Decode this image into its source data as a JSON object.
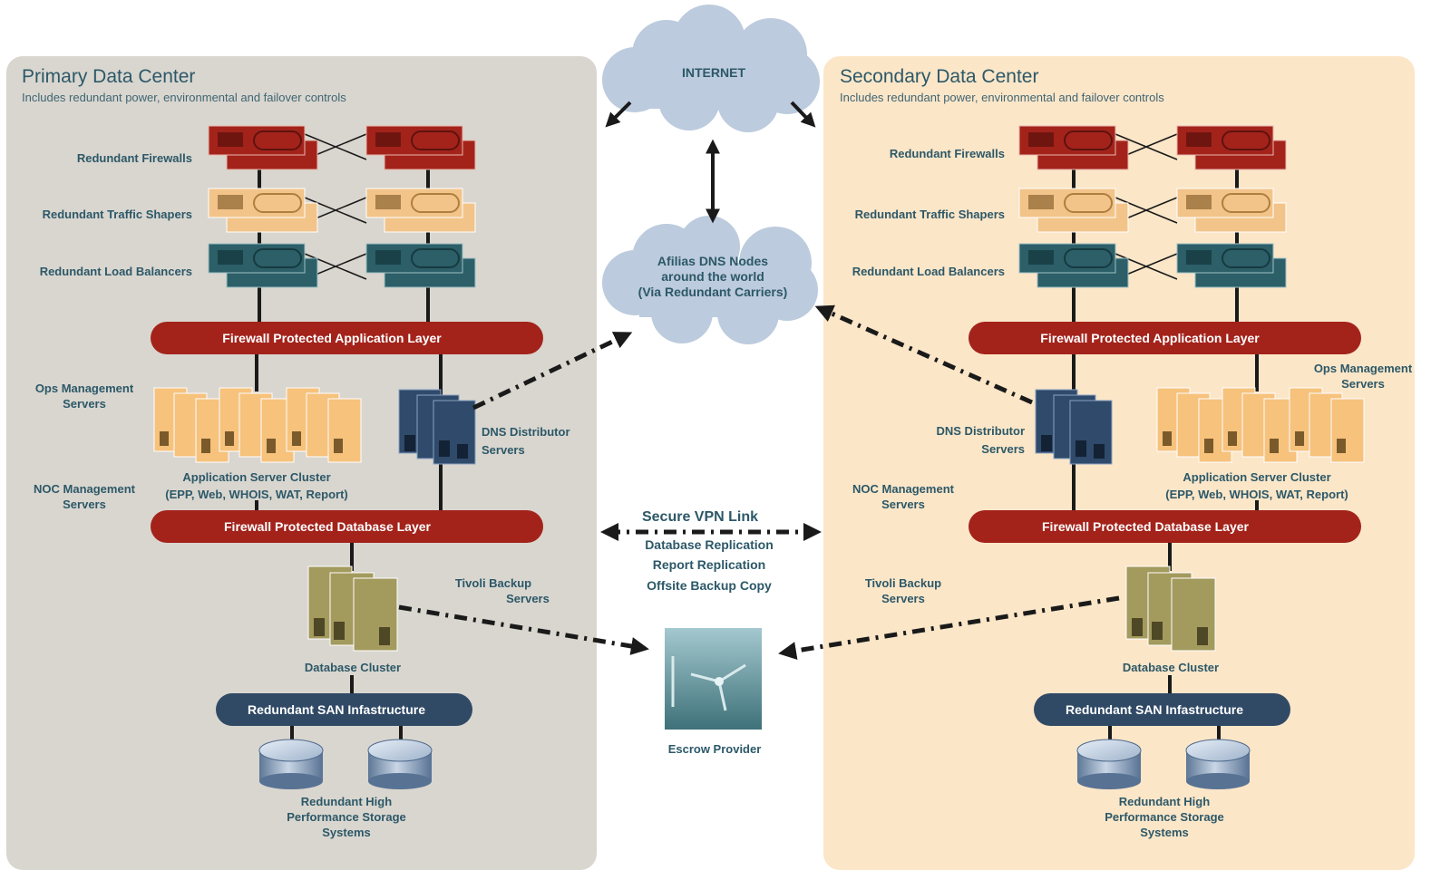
{
  "primary": {
    "title": "Primary Data Center",
    "subtitle": "Includes redundant power, environmental and failover controls",
    "firewalls_label": "Redundant Firewalls",
    "shapers_label": "Redundant Traffic Shapers",
    "balancers_label": "Redundant Load Balancers",
    "app_layer": "Firewall Protected Application Layer",
    "ops_label": [
      "Ops Management",
      "Servers"
    ],
    "noc_label": [
      "NOC Management",
      "Servers"
    ],
    "dns_label": [
      "DNS Distributor",
      "Servers"
    ],
    "app_cluster": [
      "Application Server Cluster",
      "(EPP, Web, WHOIS, WAT, Report)"
    ],
    "db_layer": "Firewall Protected Database Layer",
    "tivoli_label": [
      "Tivoli Backup",
      "Servers"
    ],
    "db_cluster": "Database Cluster",
    "san": "Redundant SAN Infastructure",
    "storage": [
      "Redundant High",
      "Performance Storage",
      "Systems"
    ]
  },
  "secondary": {
    "title": "Secondary Data Center",
    "subtitle": "Includes redundant power, environmental and failover controls",
    "firewalls_label": "Redundant Firewalls",
    "shapers_label": "Redundant Traffic Shapers",
    "balancers_label": "Redundant Load Balancers",
    "app_layer": "Firewall Protected Application Layer",
    "ops_label": [
      "Ops Management",
      "Servers"
    ],
    "noc_label": [
      "NOC Management",
      "Servers"
    ],
    "dns_label": [
      "DNS Distributor",
      "Servers"
    ],
    "app_cluster": [
      "Application Server Cluster",
      "(EPP, Web, WHOIS, WAT, Report)"
    ],
    "db_layer": "Firewall Protected Database Layer",
    "tivoli_label": [
      "Tivoli Backup",
      "Servers"
    ],
    "db_cluster": "Database Cluster",
    "san": "Redundant SAN Infastructure",
    "storage": [
      "Redundant High",
      "Performance Storage",
      "Systems"
    ]
  },
  "center": {
    "internet": "INTERNET",
    "dns_nodes": [
      "Afilias DNS Nodes",
      "around the world",
      "(Via Redundant Carriers)"
    ],
    "vpn_title": "Secure VPN Link",
    "vpn_items": [
      "Database Replication",
      "Report Replication",
      "Offsite Backup Copy"
    ],
    "escrow": "Escrow Provider"
  },
  "colors": {
    "primary_bg": "#d9d6cf",
    "secondary_bg": "#fbe6c8",
    "firewall": "#a3231b",
    "shaper": "#f2c489",
    "balancer": "#2c5f68",
    "dns_server": "#2f4a6a",
    "app_server": "#f6c27c",
    "db_server": "#a39a5d",
    "bar_red": "#a3231b",
    "bar_navy": "#304a66",
    "cloud": "#bccbdd",
    "text": "#2c5868"
  }
}
